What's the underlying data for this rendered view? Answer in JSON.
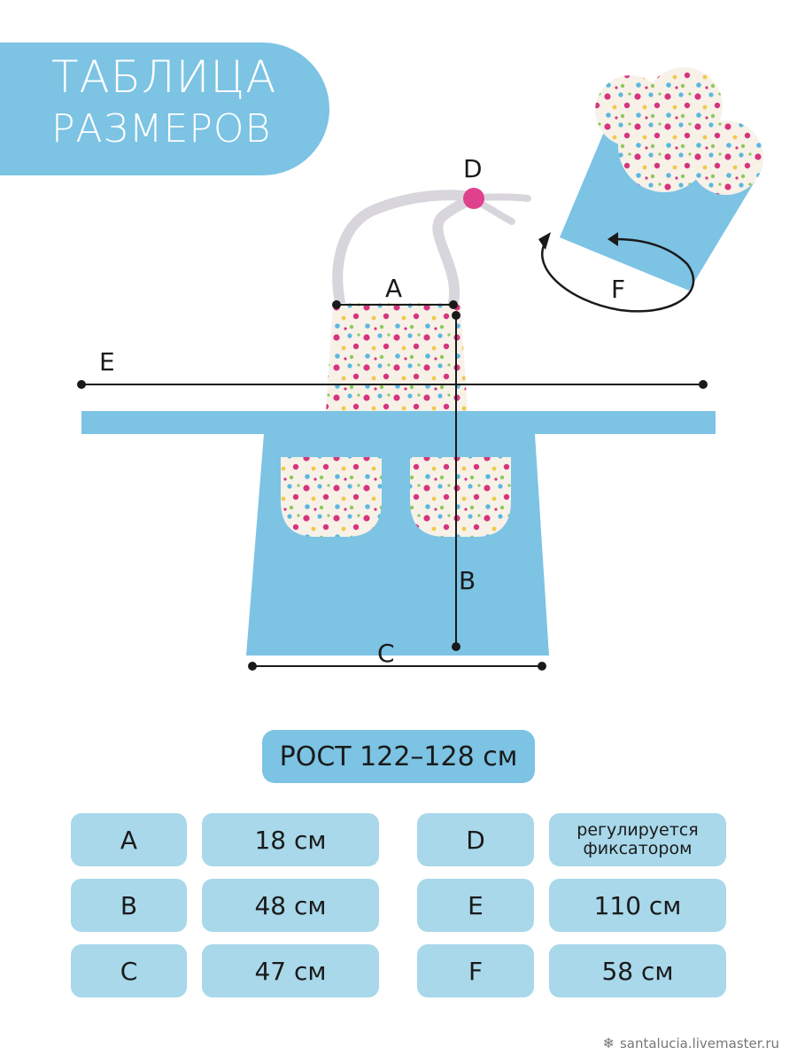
{
  "title": {
    "line1": "ТАБЛИЦА",
    "line2": "РАЗМЕРОВ"
  },
  "diagram": {
    "labels": {
      "a": "A",
      "b": "B",
      "c": "C",
      "d": "D",
      "e": "E",
      "f": "F"
    }
  },
  "height": "РОСТ 122–128 см",
  "rows": [
    {
      "k1": "A",
      "v1": "18 см",
      "k2": "D",
      "v2": "регулируется\nфиксатором"
    },
    {
      "k1": "B",
      "v1": "48 см",
      "k2": "E",
      "v2": "110 см"
    },
    {
      "k1": "C",
      "v1": "47 см",
      "k2": "F",
      "v2": "58 см"
    }
  ],
  "footer": "santalucia.livemaster.ru",
  "colors": {
    "blue": "#7cc3e4",
    "light_blue": "#a8d8ea",
    "strap": "#d8d6dc",
    "marker": "#e0418c"
  }
}
